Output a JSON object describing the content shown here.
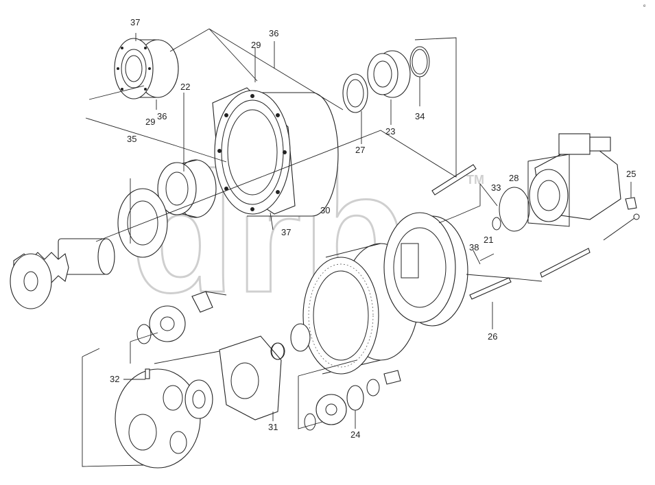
{
  "diagram": {
    "watermark": {
      "text": "drb",
      "tm": "TM"
    },
    "callouts": {
      "c37a": "37",
      "c36a": "36",
      "c29a": "29",
      "c22": "22",
      "c29b": "29",
      "c36b": "36",
      "c35": "35",
      "c27": "27",
      "c23": "23",
      "c34": "34",
      "c30": "30",
      "c37b": "37",
      "c25": "25",
      "c28": "28",
      "c33": "33",
      "c38": "38",
      "c21": "21",
      "c26": "26",
      "c32": "32",
      "c31": "31",
      "c24": "24"
    },
    "corner_mark": "ᵉ"
  }
}
